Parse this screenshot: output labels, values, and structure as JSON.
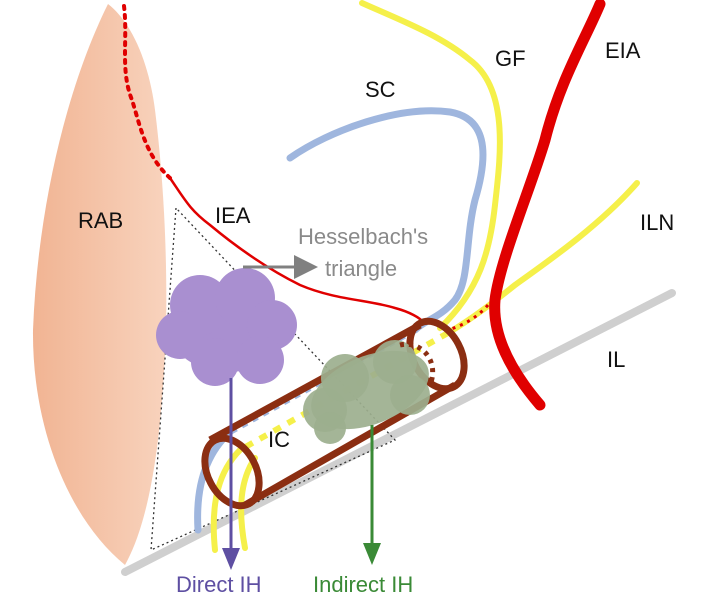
{
  "labels": {
    "rab": "RAB",
    "iea": "IEA",
    "sc": "SC",
    "gf": "GF",
    "eia": "EIA",
    "iln": "ILN",
    "il": "IL",
    "ic": "IC",
    "hesselbach_line1": "Hesselbach's",
    "hesselbach_line2": "triangle",
    "direct_ih": "Direct IH",
    "indirect_ih": "Indirect IH"
  },
  "colors": {
    "rab_fill": "#f4c2a3",
    "artery": "#e00000",
    "nerve": "#f5f04a",
    "cord_blue": "#9fb6de",
    "ligament": "#cfcfcf",
    "canal": "#8b2e12",
    "direct_hernia": "#a98fd0",
    "indirect_hernia": "#9caf8e",
    "direct_arrow": "#5e4fa2",
    "indirect_arrow": "#3a8a36",
    "hesselbach_arrow": "#808080"
  }
}
